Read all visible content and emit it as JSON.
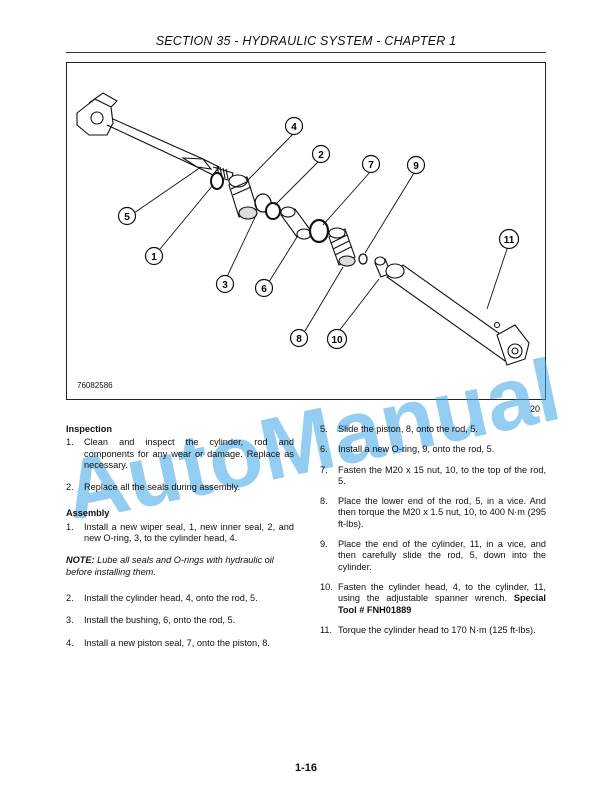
{
  "header": {
    "title": "SECTION 35 - HYDRAULIC SYSTEM - CHAPTER 1"
  },
  "figure": {
    "id": "76082586",
    "number": "20",
    "callouts": [
      "1",
      "2",
      "3",
      "4",
      "5",
      "6",
      "7",
      "8",
      "9",
      "10",
      "11"
    ]
  },
  "watermark": "AutoManual",
  "left": {
    "inspection_heading": "Inspection",
    "inspection": [
      {
        "n": "1.",
        "t": "Clean and inspect the cylinder, rod and components for any wear or damage. Replace as necessary."
      },
      {
        "n": "2.",
        "t": "Replace all the seals during assembly."
      }
    ],
    "assembly_heading": "Assembly",
    "assembly_first": {
      "n": "1.",
      "t": "Install a new wiper seal, 1, new inner seal, 2, and new O-ring, 3, to the cylinder head, 4."
    },
    "note_label": "NOTE:",
    "note_text": " Lube all seals and O-rings with hydraulic oil before installing them.",
    "assembly": [
      {
        "n": "2.",
        "t": "Install the cylinder head, 4, onto the rod, 5."
      },
      {
        "n": "3.",
        "t": "Install the bushing, 6, onto the rod, 5."
      },
      {
        "n": "4.",
        "t": "Install a new piston seal, 7, onto the piston, 8."
      }
    ]
  },
  "right": {
    "items": [
      {
        "n": "5.",
        "t": "Slide the piston, 8, onto the rod, 5."
      },
      {
        "n": "6.",
        "t": "Install a new O-ring, 9, onto the rod, 5."
      },
      {
        "n": "7.",
        "t": "Fasten the M20 x 15 nut, 10, to the top of the rod, 5."
      },
      {
        "n": "8.",
        "t": "Place the lower end of the rod, 5, in a vice. And then torque the M20 x 1.5 nut, 10, to 400 N·m (295 ft-lbs)."
      },
      {
        "n": "9.",
        "t": "Place the end of the cylinder, 11, in a vice, and then carefully slide the rod, 5, down into the cylinder."
      }
    ],
    "item10_n": "10.",
    "item10_t": "Fasten the cylinder head, 4, to the cylinder, 11, using the adjustable spanner wrench. ",
    "item10_bold": "Special Tool # FNH01889",
    "item11": {
      "n": "11.",
      "t": "Torque the cylinder head to 170 N·m (125 ft-lbs)."
    }
  },
  "footer": {
    "page": "1-16"
  }
}
